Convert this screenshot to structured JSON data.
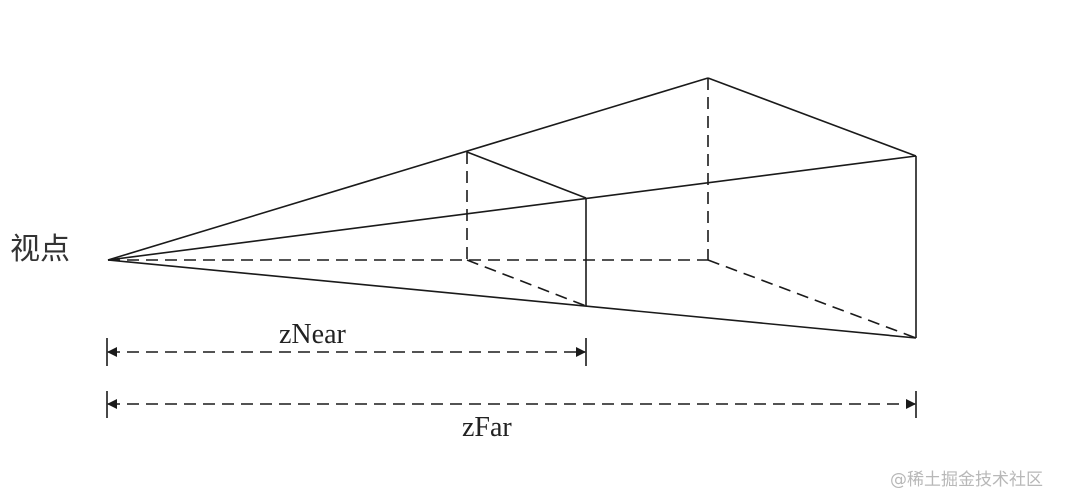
{
  "labels": {
    "viewpoint": "视点",
    "near": "zNear",
    "far": "zFar"
  },
  "watermark": "@稀土掘金技术社区",
  "colors": {
    "line": "#1a1a1a",
    "background": "#ffffff",
    "watermark": "#b8b8b8"
  }
}
